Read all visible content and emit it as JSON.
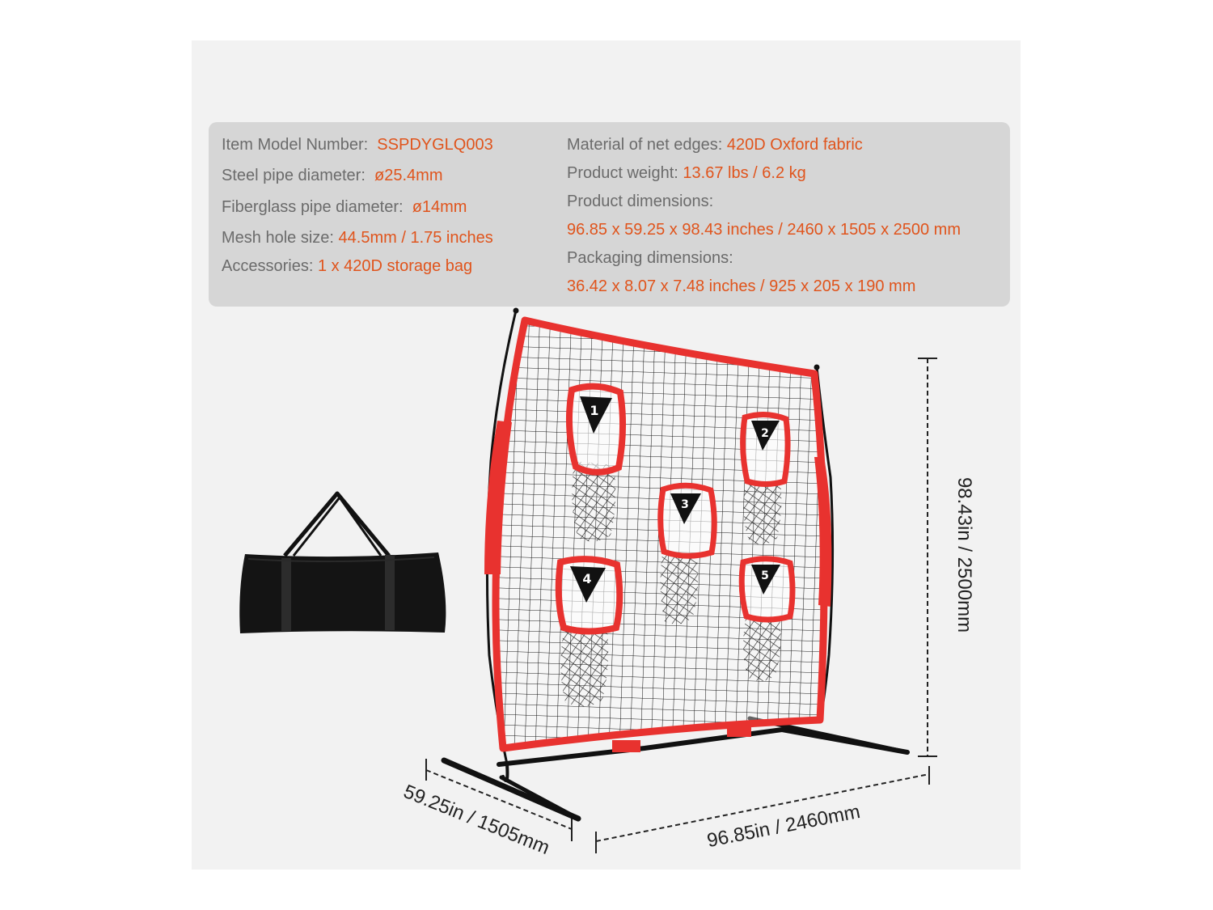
{
  "specs": {
    "left": [
      {
        "label": "Item Model Number:",
        "value": "SSPDYGLQ003"
      },
      {
        "label": "Steel pipe diameter:",
        "value": "ø25.4mm"
      },
      {
        "label": "Fiberglass pipe diameter:",
        "value": "ø14mm"
      },
      {
        "label": "Mesh hole size:",
        "value": "44.5mm / 1.75 inches"
      },
      {
        "label": "Accessories:",
        "value": "1 x 420D storage bag"
      }
    ],
    "right": [
      {
        "label": "Material of net edges:",
        "value": "420D Oxford fabric"
      },
      {
        "label": "Product weight:",
        "value": "13.67 lbs / 6.2 kg"
      },
      {
        "label": "Product dimensions:",
        "value": ""
      },
      {
        "label": "",
        "value": "96.85 x 59.25 x 98.43 inches / 2460 x 1505 x 2500 mm"
      },
      {
        "label": "Packaging dimensions:",
        "value": ""
      },
      {
        "label": "",
        "value": "36.42 x 8.07 x 7.48 inches / 925 x 205 x 190 mm"
      }
    ]
  },
  "dimensions": {
    "height": "98.43in / 2500mm",
    "width": "96.85in / 2460mm",
    "depth": "59.25in / 1505mm"
  },
  "targets": [
    "1",
    "2",
    "3",
    "4",
    "5"
  ],
  "colors": {
    "accent": "#e0541c",
    "net_edge": "#e8322f",
    "label": "#6b6b6b",
    "spec_bg": "#d6d6d6"
  }
}
